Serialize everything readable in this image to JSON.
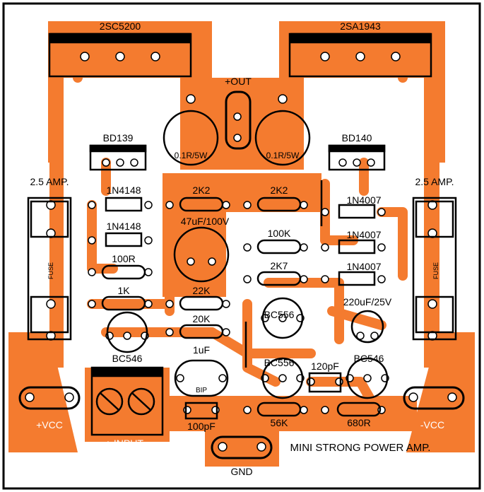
{
  "colors": {
    "copper": "#f47b2f",
    "background": "#ffffff",
    "silkscreen": "#000000"
  },
  "labels": {
    "transistor_npn_power": "2SC5200",
    "transistor_pnp_power": "2SA1943",
    "driver_left": "BD139",
    "driver_right": "BD140",
    "out": "+OUT",
    "res_emitter_left": "0.1R/5W",
    "res_emitter_right": "0.1R/5W",
    "fuse_left_rating": "2.5 AMP.",
    "fuse_right_rating": "2.5 AMP.",
    "fuse_left": "FUSE",
    "fuse_right": "FUSE",
    "d1": "1N4148",
    "d2": "1N4148",
    "r_2k2_a": "2K2",
    "r_2k2_b": "2K2",
    "c_47u": "47uF/100V",
    "r_100k": "100K",
    "r_2k7": "2K7",
    "d3": "1N4007",
    "d4": "1N4007",
    "d5": "1N4007",
    "r_100r": "100R",
    "r_1k": "1K",
    "r_22k": "22K",
    "r_20k": "20K",
    "q_bc556_a": "BC556",
    "q_bc556_b": "BC556",
    "c_220u": "220uF/25V",
    "q_bc546_a": "BC546",
    "q_bc546_b": "BC546",
    "c_1u": "1uF",
    "c_1u_type": "BIP",
    "c_120p": "120pF",
    "c_100p": "100pF",
    "r_56k": "56K",
    "r_680r": "680R",
    "vcc_pos": "+VCC",
    "vcc_neg": "-VCC",
    "input": "+ INPUT -",
    "title": "MINI STRONG POWER AMP.",
    "gnd": "GND"
  }
}
